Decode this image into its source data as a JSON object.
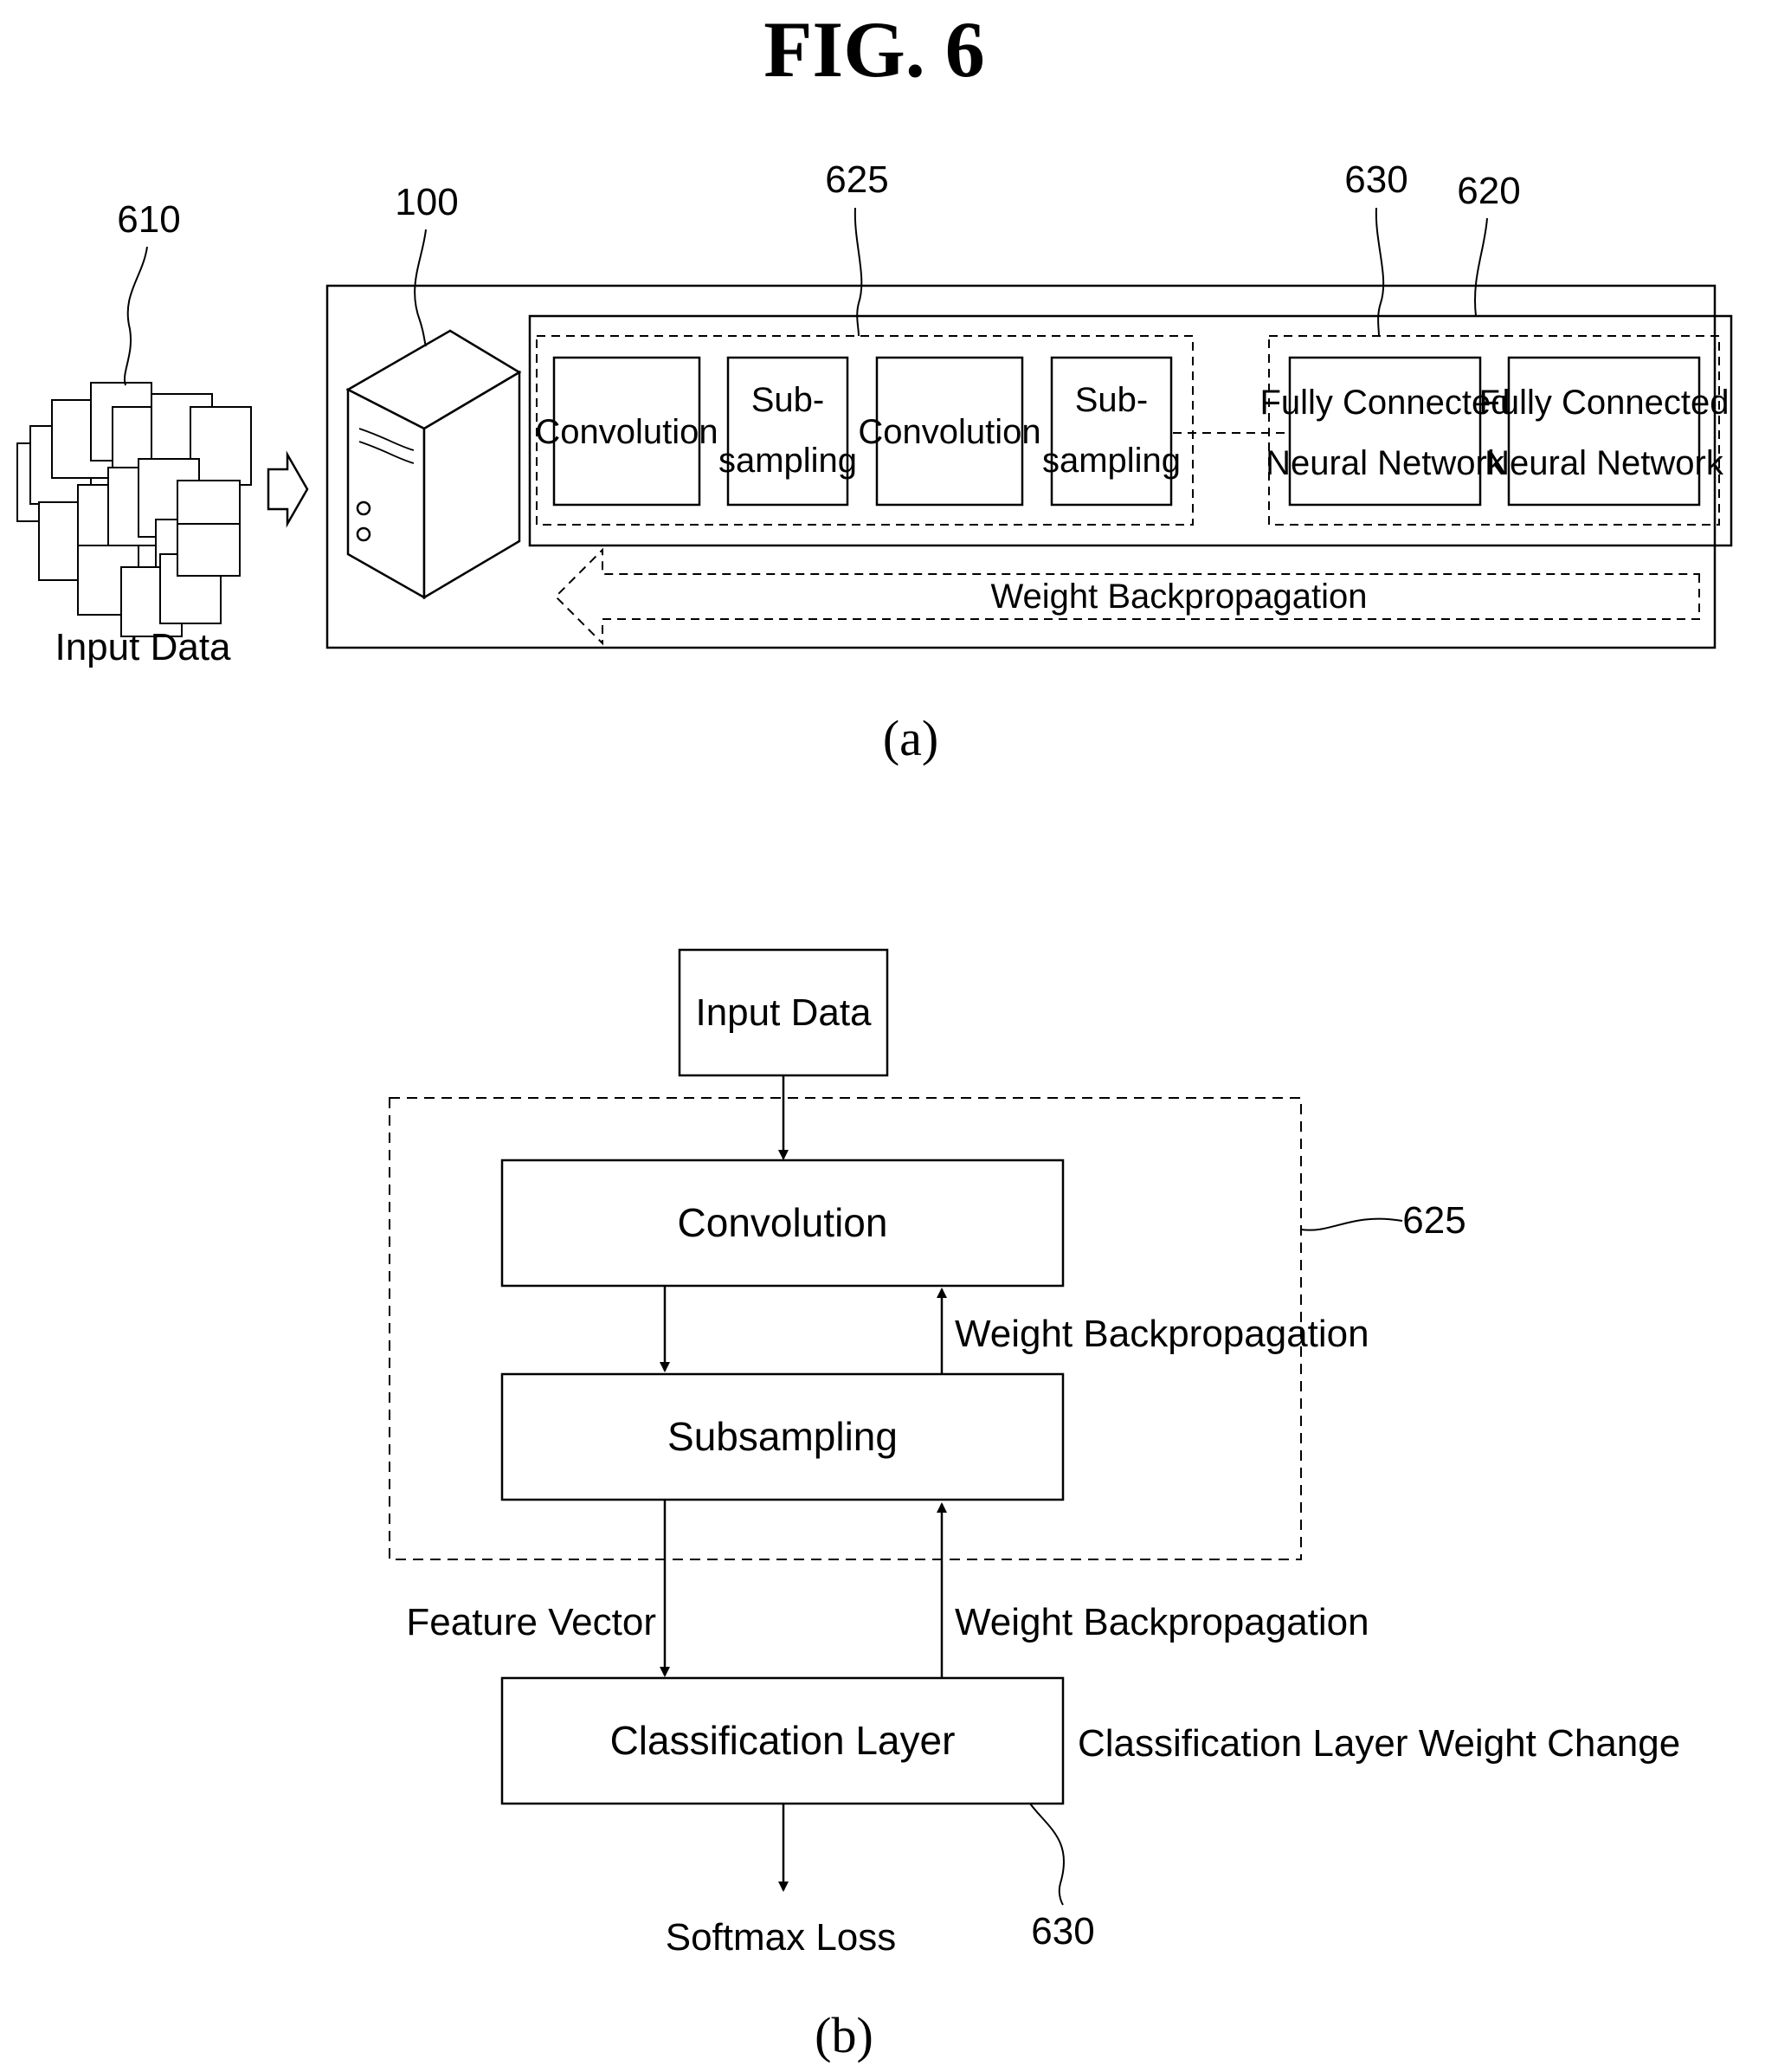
{
  "figure": {
    "title": "FIG. 6",
    "caption_a": "(a)",
    "caption_b": "(b)"
  },
  "part_a": {
    "refs": {
      "input": "610",
      "server": "100",
      "feature_block": "625",
      "fc_block": "630",
      "network": "620"
    },
    "input_label": "Input Data",
    "feature_layers": [
      {
        "line1": "Convolution",
        "line2": ""
      },
      {
        "line1": "Sub-",
        "line2": "sampling"
      },
      {
        "line1": "Convolution",
        "line2": ""
      },
      {
        "line1": "Sub-",
        "line2": "sampling"
      }
    ],
    "fc_layers": [
      {
        "line1": "Fully Connected",
        "line2": "Neural Network"
      },
      {
        "line1": "Fully Connected",
        "line2": "Neural Network"
      }
    ],
    "backprop_label": "Weight Backpropagation"
  },
  "part_b": {
    "input_box": "Input Data",
    "convolution": "Convolution",
    "subsampling": "Subsampling",
    "classification": "Classification Layer",
    "softmax": "Softmax Loss",
    "feature_vector": "Feature Vector",
    "backprop_upper": "Weight Backpropagation",
    "backprop_lower": "Weight Backpropagation",
    "classification_change": "Classification Layer Weight Change",
    "ref_feature_block": "625",
    "ref_classification": "630"
  }
}
